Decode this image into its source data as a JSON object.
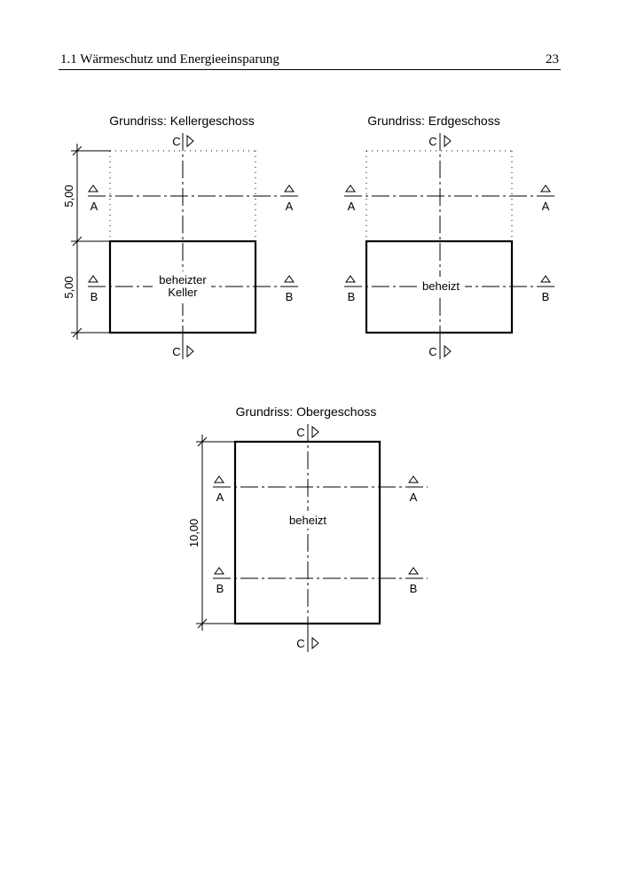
{
  "header": {
    "chapter": "1.1 Wärmeschutz und Energieeinsparung",
    "page_number": "23"
  },
  "plans": {
    "keller": {
      "title": "Grundriss: Kellergeschoss",
      "room_line1": "beheizter",
      "room_line2": "Keller",
      "dim_upper": "5,00",
      "dim_lower": "5,00"
    },
    "erdgeschoss": {
      "title": "Grundriss: Erdgeschoss",
      "room": "beheizt"
    },
    "obergeschoss": {
      "title": "Grundriss: Obergeschoss",
      "room": "beheizt",
      "dim": "10,00"
    }
  },
  "sections": {
    "a": "A",
    "b": "B",
    "c": "C"
  }
}
